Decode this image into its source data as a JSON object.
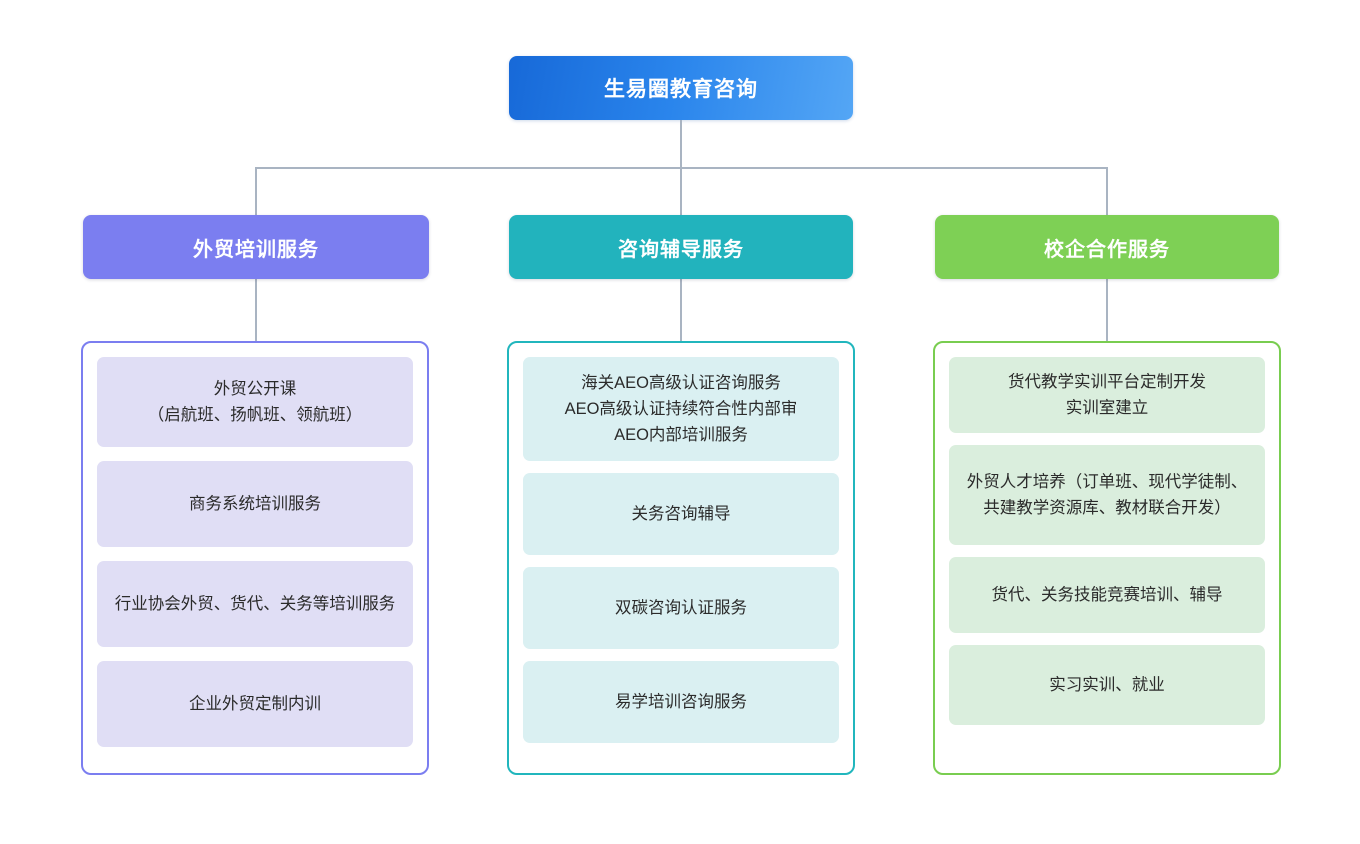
{
  "diagram": {
    "title": "生易圈教育咨询",
    "root": {
      "label": "生易圈教育咨询",
      "color": "#2a85ec"
    },
    "branches": [
      {
        "label": "外貿培训服务",
        "header_label": "外贸培训服务",
        "color": "#7b7ef0",
        "leaf_fill": "#e0def5",
        "items": [
          {
            "label": "外贸公开课\n（启航班、扬帆班、领航班）",
            "lines": 2
          },
          {
            "label": "商务系统培训服务",
            "lines": 1
          },
          {
            "label": "行业协会外贸、货代、关务等培训服务",
            "lines": 2
          },
          {
            "label": "企业外贸定制内训",
            "lines": 1
          }
        ]
      },
      {
        "label": "咨询辅导服务",
        "header_label": "咨询辅导服务",
        "color": "#22b3bd",
        "leaf_fill": "#daf0f2",
        "items": [
          {
            "label": "海关AEO高级认证咨询服务\nAEO高级认证持续符合性内部审\nAEO内部培训服务",
            "lines": 3
          },
          {
            "label": "关务咨询辅导",
            "lines": 1
          },
          {
            "label": "双碳咨询认证服务",
            "lines": 1
          },
          {
            "label": "易学培训咨询服务",
            "lines": 1
          }
        ]
      },
      {
        "label": "校企合作服务",
        "header_label": "校企合作服务",
        "color": "#7ed055",
        "leaf_fill": "#daeedd",
        "items": [
          {
            "label": "货代教学实训平台定制开发\n实训室建立",
            "lines": 2
          },
          {
            "label": "外贸人才培养（订单班、现代学徒制、共建教学资源库、教材联合开发）",
            "lines": 3
          },
          {
            "label": "货代、关务技能竞赛培训、辅导",
            "lines": 1
          },
          {
            "label": "实习实训、就业",
            "lines": 1
          }
        ]
      }
    ],
    "connector_color": "#a9b4c2"
  }
}
